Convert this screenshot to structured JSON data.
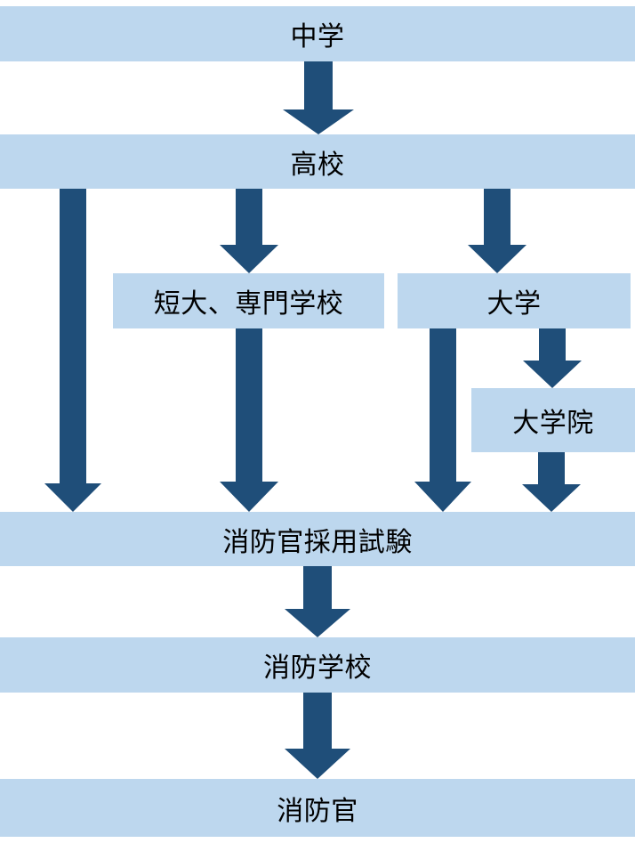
{
  "colors": {
    "box_fill": "#bdd7ee",
    "arrow_fill": "#1f4e79",
    "text": "#000000",
    "background": "#ffffff"
  },
  "boxes": {
    "junior_high": "中学",
    "high_school": "高校",
    "junior_college_vocational": "短大、専門学校",
    "university": "大学",
    "graduate_school": "大学院",
    "recruitment_exam": "消防官採用試験",
    "fire_academy": "消防学校",
    "firefighter": "消防官"
  }
}
